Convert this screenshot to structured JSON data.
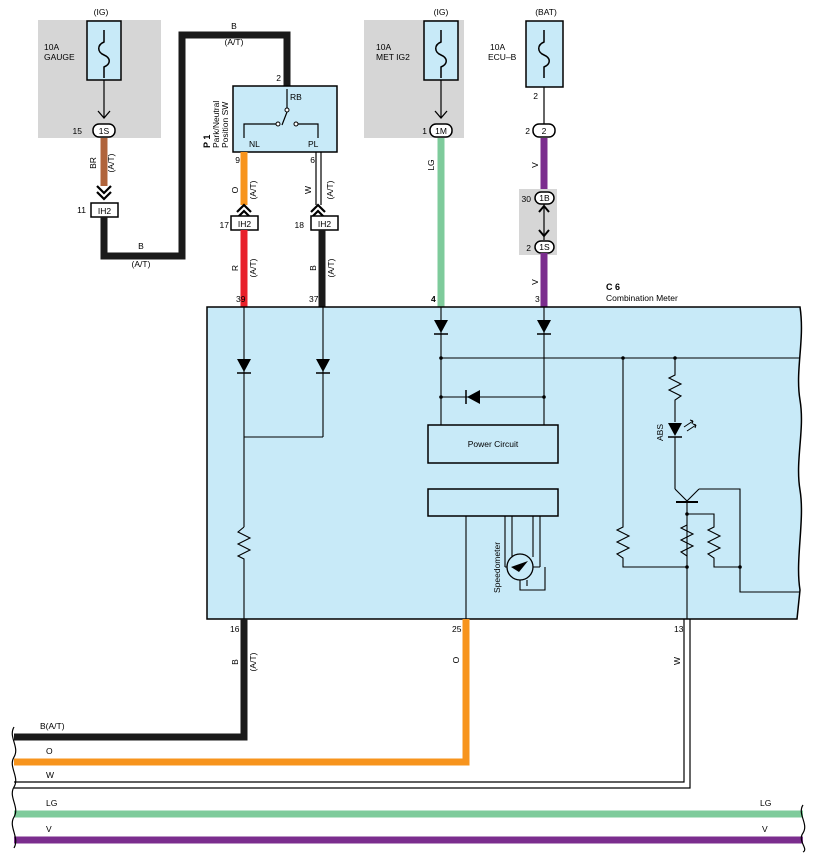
{
  "fuses": {
    "gauge": {
      "supply": "(IG)",
      "rating": "10A",
      "name": "GAUGE",
      "pin": "15",
      "connector": "1S"
    },
    "met_ig2": {
      "supply": "(IG)",
      "rating": "10A",
      "name": "MET IG2",
      "pin": "1",
      "connector": "1M"
    },
    "ecu_b": {
      "supply": "(BAT)",
      "rating": "10A",
      "name": "ECU–B",
      "pin_top": "2",
      "pin": "2",
      "connector": "2"
    }
  },
  "wires": {
    "br_label": "BR",
    "at_label": "(A/T)",
    "b_label": "B",
    "o_label": "O",
    "w_label": "W",
    "r_label": "R",
    "lg_label": "LG",
    "v_label": "V",
    "b_at_label": "B(A/T)"
  },
  "connectors": {
    "ih2": "IH2",
    "ih2_pin11": "11",
    "ih2_pin17": "17",
    "ih2_pin18": "18",
    "c1b": "1B",
    "c1b_pin": "30",
    "c1s": "1S",
    "c1s_pin": "2"
  },
  "switch": {
    "id": "P 1",
    "name_line1": "Park/Neutral",
    "name_line2": "Position SW",
    "rb": "RB",
    "nl": "NL",
    "pl": "PL",
    "pin_rb": "2",
    "pin_nl": "9",
    "pin_pl": "6"
  },
  "meter": {
    "id": "C 6",
    "name": "Combination Meter",
    "pins": {
      "p39": "39",
      "p37": "37",
      "p4": "4",
      "p3": "3",
      "p16": "16",
      "p25": "25",
      "p13": "13"
    },
    "power_circuit": "Power Circuit",
    "speedometer": "Speedometer",
    "abs": "ABS"
  },
  "colors": {
    "meter_fill": "#c8eaf8",
    "fuse_bg": "#d6d6d6",
    "fuse_fill": "#c8eaf8",
    "wire_brown": "#b0643c",
    "wire_black": "#1a1a1a",
    "wire_orange": "#f7941d",
    "wire_red": "#e8202a",
    "wire_green": "#7ecb9b",
    "wire_purple": "#7b2d8e"
  }
}
